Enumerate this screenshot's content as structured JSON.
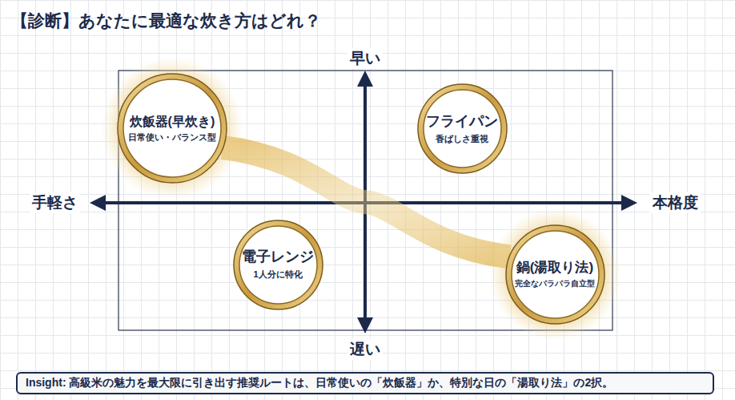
{
  "diagram": {
    "title": "【診断】あなたに最適な炊き方はどれ？",
    "caption": "Insight: 高級米の魅力を最大限に引き出す推奨ルートは、日常使いの「炊飯器」か、特別な日の「湯取り法」の2択。",
    "nodes": [
      {
        "text": [
          "炊飯器(早炊き)",
          "日常使い・バランス型"
        ]
      },
      {
        "text": [
          "フライパン",
          "香ばしさ重視"
        ]
      },
      {
        "text": [
          "電子レンジ",
          "1人分に特化"
        ]
      },
      {
        "text": [
          "鍋(湯取り法)",
          "完全なパラパラ自立型"
        ]
      }
    ],
    "edges": [
      {
        "from": 0,
        "to": 3,
        "arrow": "none"
      }
    ],
    "labels": [
      "早い",
      "遅い",
      "手軽さ",
      "本格度"
    ]
  }
}
